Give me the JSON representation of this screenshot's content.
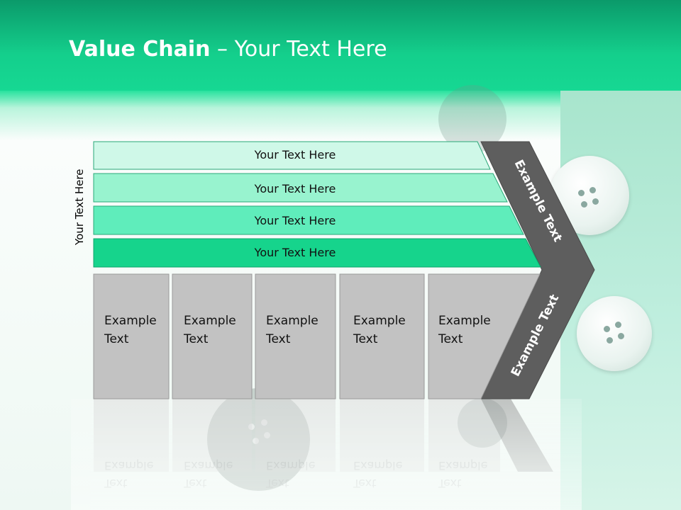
{
  "title": {
    "bold": "Value Chain",
    "rest": " – Your Text Here"
  },
  "side_label": "Your Text Here",
  "rows": [
    {
      "label": "Your Text Here",
      "color": "#cff8e8"
    },
    {
      "label": "Your Text Here",
      "color": "#98f3cf"
    },
    {
      "label": "Your Text Here",
      "color": "#5fedbb"
    },
    {
      "label": "Your Text Here",
      "color": "#16d48c"
    }
  ],
  "columns": [
    {
      "line1": "Example",
      "line2": "Text"
    },
    {
      "line1": "Example",
      "line2": "Text"
    },
    {
      "line1": "Example",
      "line2": "Text"
    },
    {
      "line1": "Example",
      "line2": "Text"
    },
    {
      "line1": "Example",
      "line2": "Text"
    }
  ],
  "arrow": {
    "top_label": "Example Text",
    "bottom_label": "Example Text",
    "color": "#5e5e5e"
  },
  "colors": {
    "header": "#14cf8c",
    "cell": "#c2c2c2",
    "cell_border": "#9a9a9a"
  }
}
